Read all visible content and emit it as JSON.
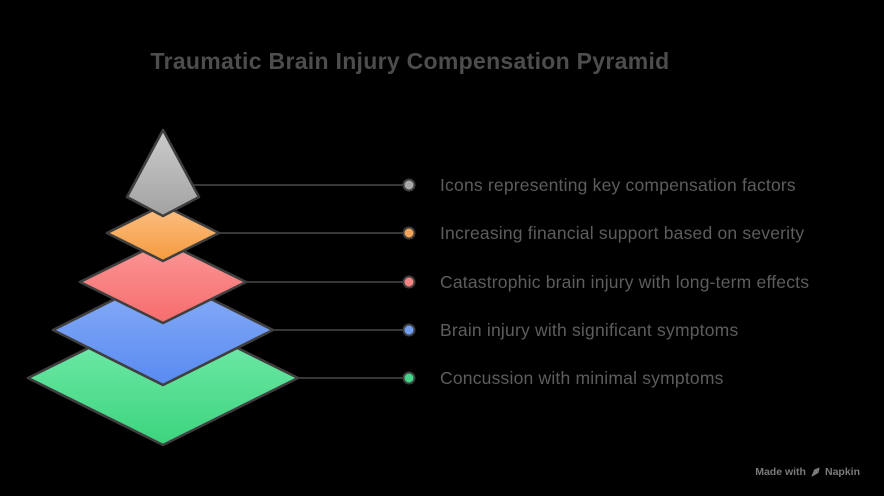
{
  "title": "Traumatic Brain Injury Compensation Pyramid",
  "pyramid": {
    "outline_color": "#3f3f3f",
    "levels": [
      {
        "rank": 1,
        "name": "apex",
        "label": "Icons representing key compensation factors",
        "color_top": "#cccccc",
        "color_bottom": "#a2a2a2",
        "dot_color": "#a8a8a8"
      },
      {
        "rank": 2,
        "name": "orange",
        "label": "Increasing financial support based on severity",
        "color_top": "#fdc085",
        "color_bottom": "#f49b3f",
        "dot_color": "#f3a458"
      },
      {
        "rank": 3,
        "name": "red",
        "label": "Catastrophic brain injury with long-term effects",
        "color_top": "#fb9898",
        "color_bottom": "#f76c6c",
        "dot_color": "#f88383"
      },
      {
        "rank": 4,
        "name": "blue",
        "label": "Brain injury with significant symptoms",
        "color_top": "#8db0f7",
        "color_bottom": "#588af1",
        "dot_color": "#6f9ef3"
      },
      {
        "rank": 5,
        "name": "green",
        "label": "Concussion with minimal symptoms",
        "color_top": "#7cefb3",
        "color_bottom": "#3cd47d",
        "dot_color": "#44d688"
      }
    ]
  },
  "watermark": {
    "prefix": "Made with",
    "brand": "Napkin"
  }
}
